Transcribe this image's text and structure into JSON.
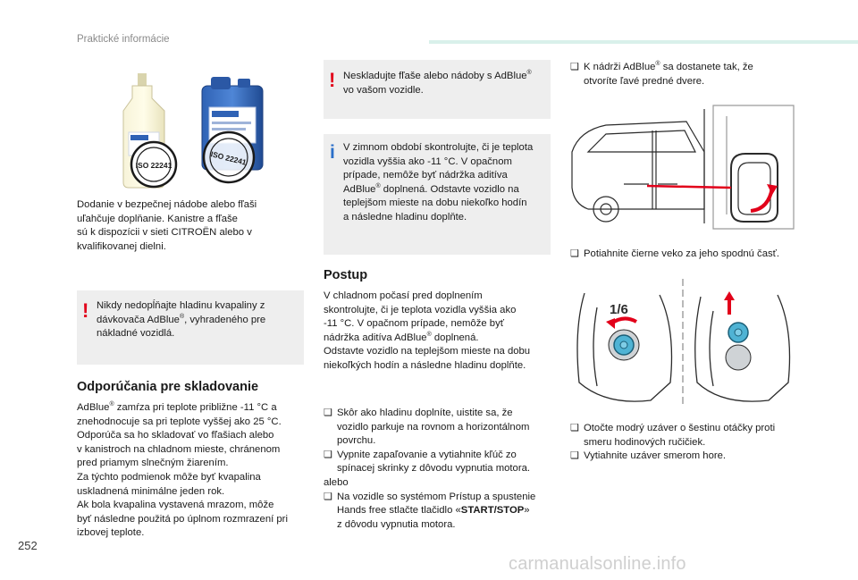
{
  "header": {
    "section_label": "Praktické informácie",
    "page_number": "252"
  },
  "watermark": "carmanualsonline.info",
  "col1": {
    "image_label_1": "ISO 22241",
    "image_label_2": "ISO 22241",
    "delivery_lines": [
      "Dodanie v bezpečnej nádobe alebo fľaši",
      "uľahčuje doplňanie. Kanistre a fľaše",
      "sú k dispozícii v sieti CITROËN alebo v",
      "kvalifikovanej dielni."
    ],
    "warning_lines": [
      "Nikdy nedopĺňajte hladinu kvapaliny z",
      "dávkovača AdBlue®, vyhradeného pre",
      "nákladné vozidlá."
    ],
    "storage_heading": "Odporúčania pre skladovanie",
    "storage_lines": [
      "AdBlue® zamŕza pri teplote približne -11 °C a",
      "znehodnocuje sa pri teplote vyššej ako 25 °C.",
      "Odporúča sa ho skladovať vo fľašiach alebo",
      "v kanistroch na chladnom mieste, chránenom",
      "pred priamym slnečným žiarením.",
      "Za týchto podmienok môže byť kvapalina",
      "uskladnená minimálne jeden rok.",
      "Ak bola kvapalina vystavená mrazom, môže",
      "byť následne použitá po úplnom rozmrazení pri",
      "izbovej teplote."
    ]
  },
  "col2": {
    "warning_lines": [
      "Neskladujte fľaše alebo nádoby s AdBlue®",
      "vo vašom vozidle."
    ],
    "info_lines": [
      "V zimnom období skontrolujte, či je teplota",
      "vozidla vyššia ako -11 °C. V opačnom",
      "prípade, nemôže byť nádržka aditíva",
      "AdBlue® doplnená. Odstavte vozidlo na",
      "teplejšom mieste na dobu niekoľko hodín",
      "a následne hladinu doplňte."
    ],
    "procedure_heading": "Postup",
    "procedure_lines": [
      "V chladnom počasí pred doplnením",
      "skontrolujte, či je teplota vozidla vyššia ako",
      "-11 °C. V opačnom prípade, nemôže byť",
      "nádržka aditíva AdBlue® doplnená.",
      "Odstavte vozidlo na teplejšom mieste na dobu",
      "niekoľkých hodín a následne hladinu doplňte."
    ],
    "step1": [
      "Skôr ako hladinu doplníte, uistite sa, že",
      "vozidlo parkuje na rovnom a horizontálnom",
      "povrchu."
    ],
    "step2": [
      "Vypnite zapaľovanie a vytiahnite kľúč zo",
      "spínacej skrinky z dôvodu vypnutia motora."
    ],
    "or_label": "alebo",
    "step3_line1": "Na vozidle so systémom Prístup a spustenie",
    "step3_line2_prefix": "Hands free stlačte tlačidlo «",
    "step3_button": "START/STOP",
    "step3_line2_suffix": "»",
    "step3_line3": "z dôvodu vypnutia motora."
  },
  "col3": {
    "step_access": [
      "K nádrži AdBlue® sa dostanete tak, že",
      "otvoríte ľavé predné dvere."
    ],
    "step_cover": "Potiahnite čierne veko za jeho spodnú časť.",
    "fraction_label": "1/6",
    "step_turn": [
      "Otočte modrý uzáver o šestinu otáčky proti",
      "smeru hodinových ručičiek."
    ],
    "step_pull": "Vytiahnite uzáver smerom hore."
  },
  "colors": {
    "warning": "#e2001a",
    "info": "#2a6fc9",
    "panel": "#eeeeee",
    "accent": "#d9f0ea",
    "cap": "#4fb3d4"
  },
  "icons": {
    "check": "check-box-icon",
    "warning": "exclamation-icon",
    "info": "info-i-icon"
  }
}
